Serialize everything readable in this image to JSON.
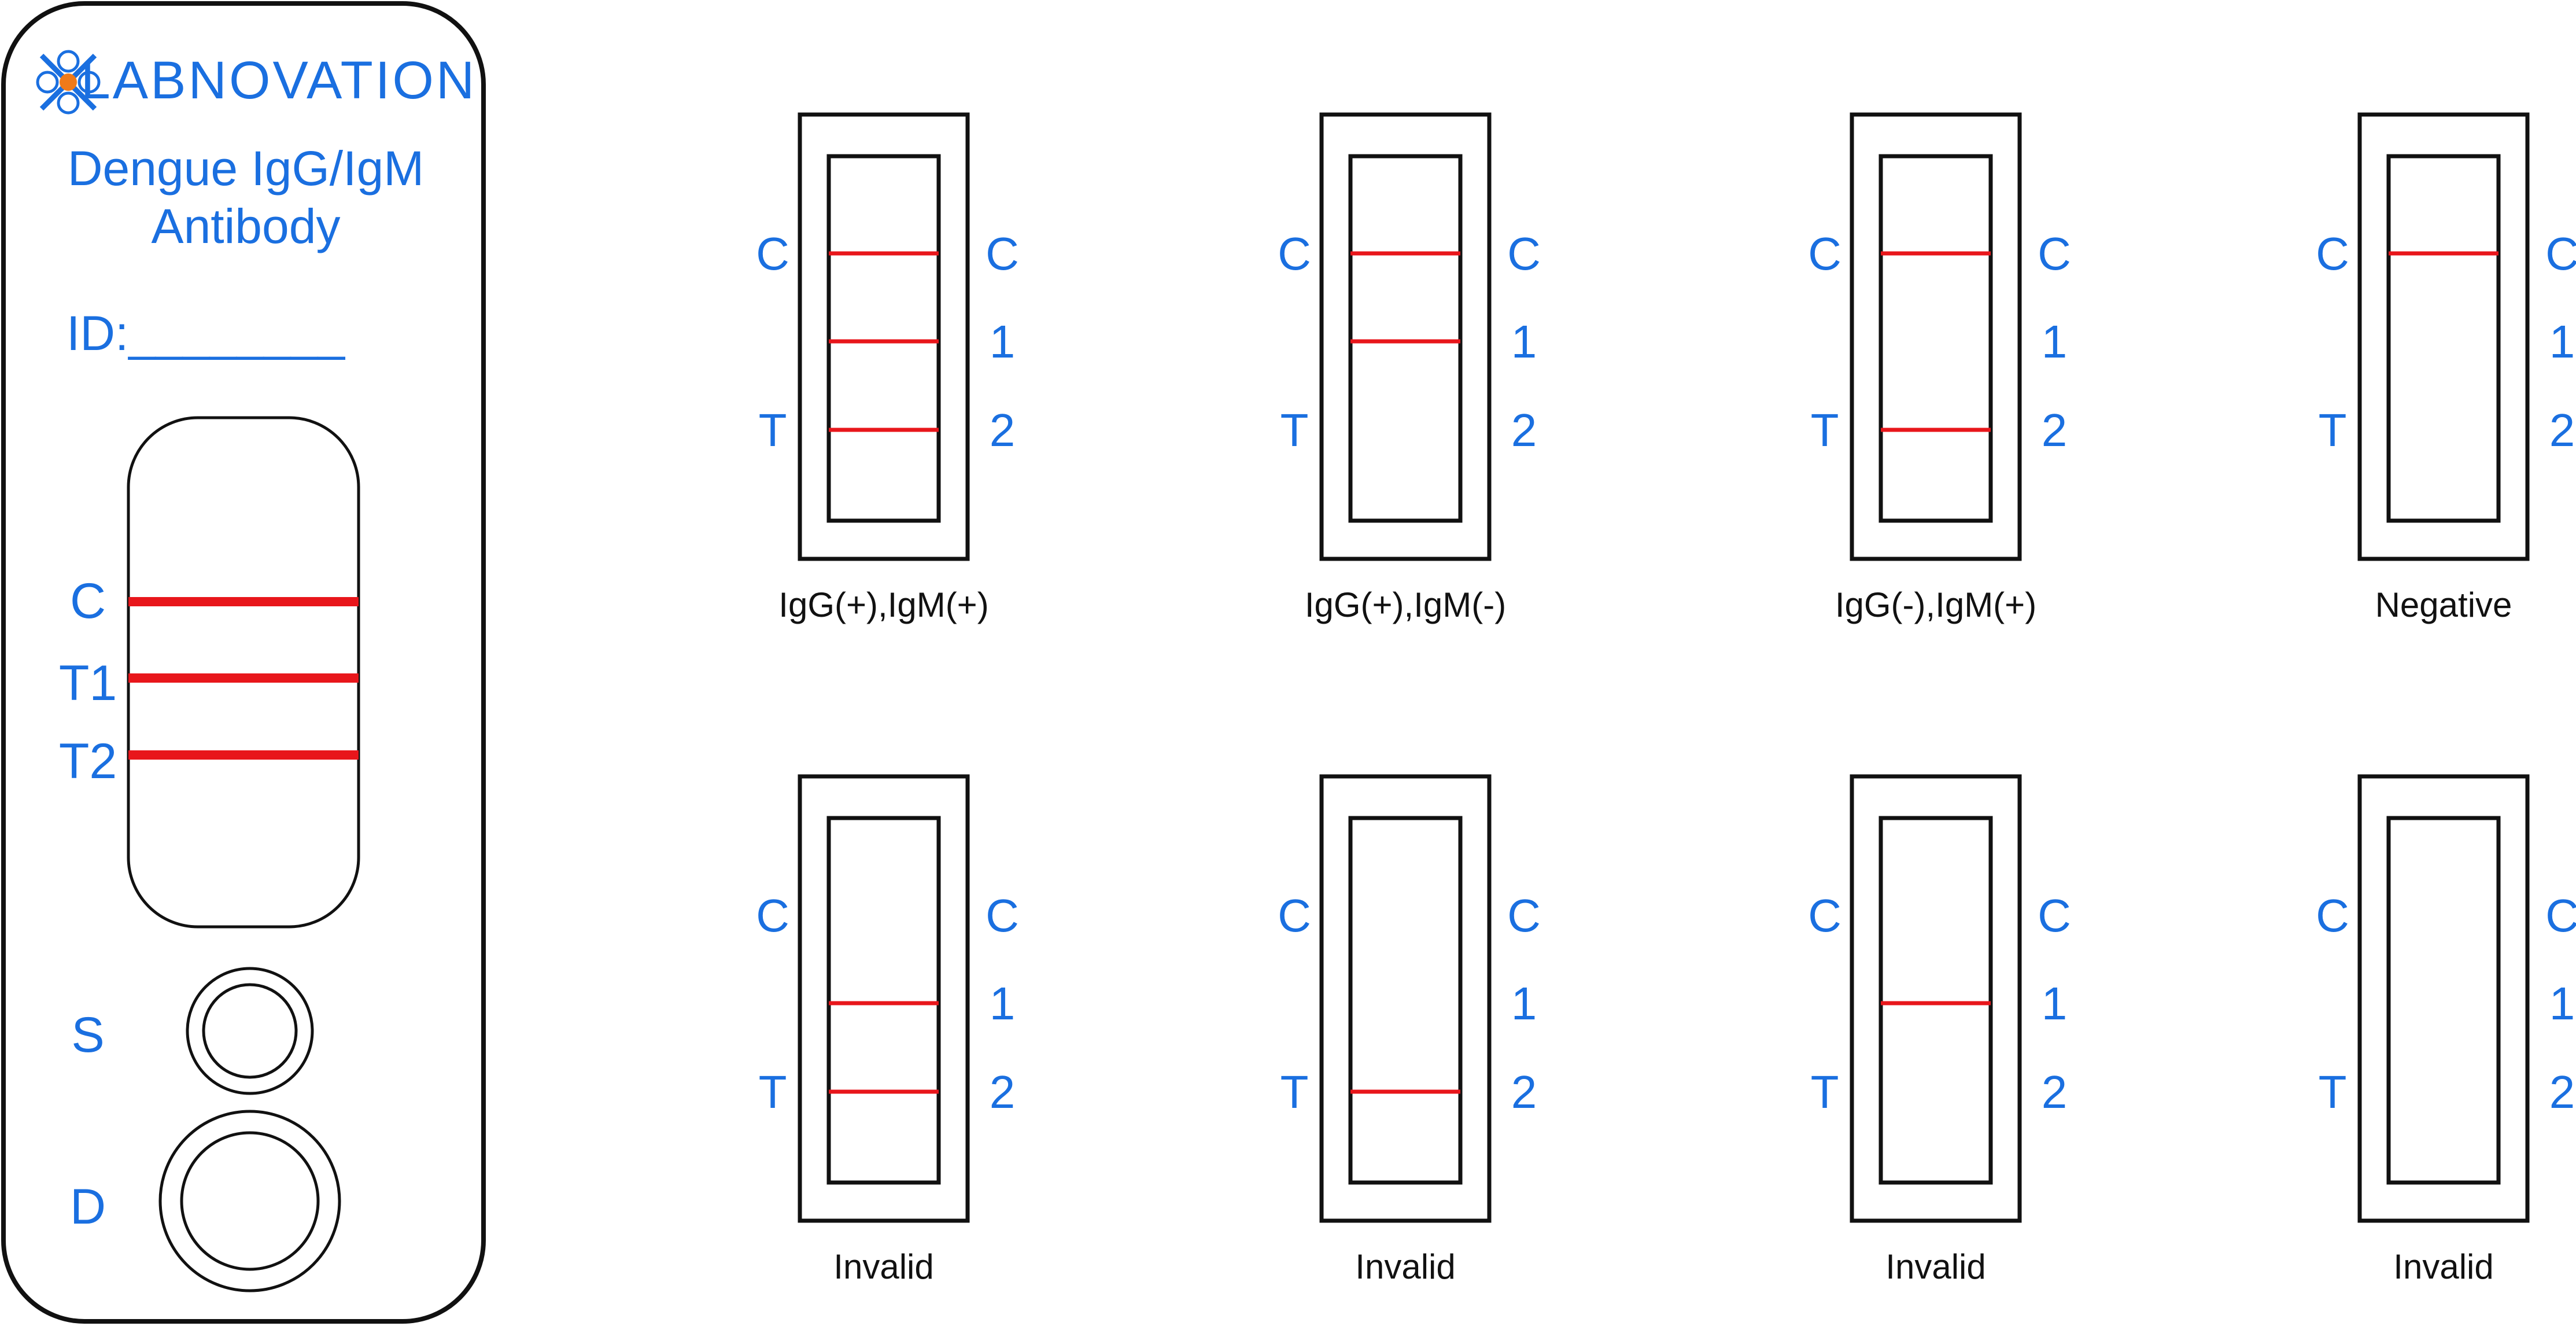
{
  "colors": {
    "text_blue": "#1a6fe0",
    "line_red": "#e8161b",
    "outline": "#111111",
    "logo_orange": "#f07a1a"
  },
  "cassette": {
    "logo_icon": "labnovation-logo-icon",
    "brand": "LABNOVATION",
    "title_line1": "Dengue IgG/IgM",
    "title_line2": "Antibody",
    "id_label": "ID:________",
    "window_labels": {
      "c": "C",
      "t1": "T1",
      "t2": "T2"
    },
    "well_labels": {
      "s": "S",
      "d": "D"
    }
  },
  "strip_labels": {
    "left_c": "C",
    "left_t": "T",
    "right_c": "C",
    "right_1": "1",
    "right_2": "2"
  },
  "results": [
    {
      "caption": "IgG(+),IgM(+)",
      "lines": {
        "C": true,
        "1": true,
        "2": true
      }
    },
    {
      "caption": "IgG(+),IgM(-)",
      "lines": {
        "C": true,
        "1": true,
        "2": false
      }
    },
    {
      "caption": "IgG(-),IgM(+)",
      "lines": {
        "C": true,
        "1": false,
        "2": true
      }
    },
    {
      "caption": "Negative",
      "lines": {
        "C": true,
        "1": false,
        "2": false
      }
    },
    {
      "caption": "Invalid",
      "lines": {
        "C": false,
        "1": true,
        "2": true
      }
    },
    {
      "caption": "Invalid",
      "lines": {
        "C": false,
        "1": false,
        "2": true
      }
    },
    {
      "caption": "Invalid",
      "lines": {
        "C": false,
        "1": true,
        "2": false
      }
    },
    {
      "caption": "Invalid",
      "lines": {
        "C": false,
        "1": false,
        "2": false
      }
    }
  ]
}
